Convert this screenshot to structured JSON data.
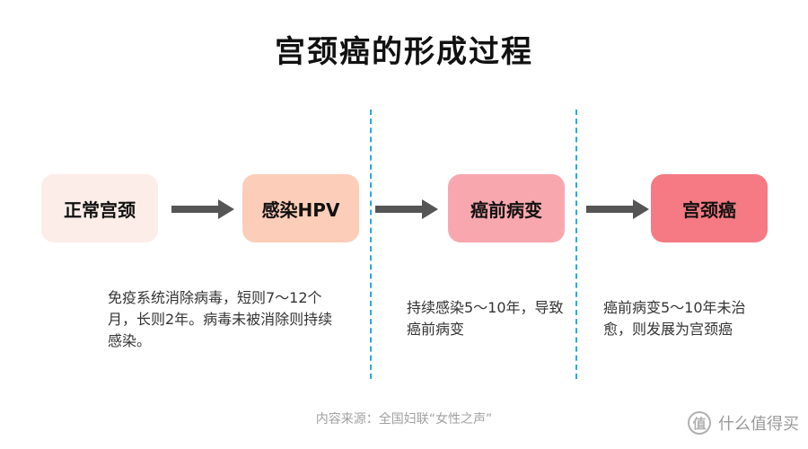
{
  "title": "宫颈癌的形成过程",
  "stages": [
    {
      "label": "正常宫颈",
      "color": "#fcede8"
    },
    {
      "label": "感染HPV",
      "color": "#fccdb8"
    },
    {
      "label": "癌前病变",
      "color": "#f9a7ae"
    },
    {
      "label": "宫颈癌",
      "color": "#f57a83"
    }
  ],
  "descriptions": [
    "免疫系统消除病毒，短则7～12个月，长则2年。病毒未被消除则持续感染。",
    "持续感染5～10年，导致癌前病变",
    "癌前病变5～10年未治愈，则发展为宫颈癌"
  ],
  "source": "内容来源：全国妇联“女性之声”",
  "watermark": {
    "icon_text": "值",
    "text": "什么值得买"
  },
  "colors": {
    "arrow": "#555555",
    "divider": "#29a9dc"
  }
}
